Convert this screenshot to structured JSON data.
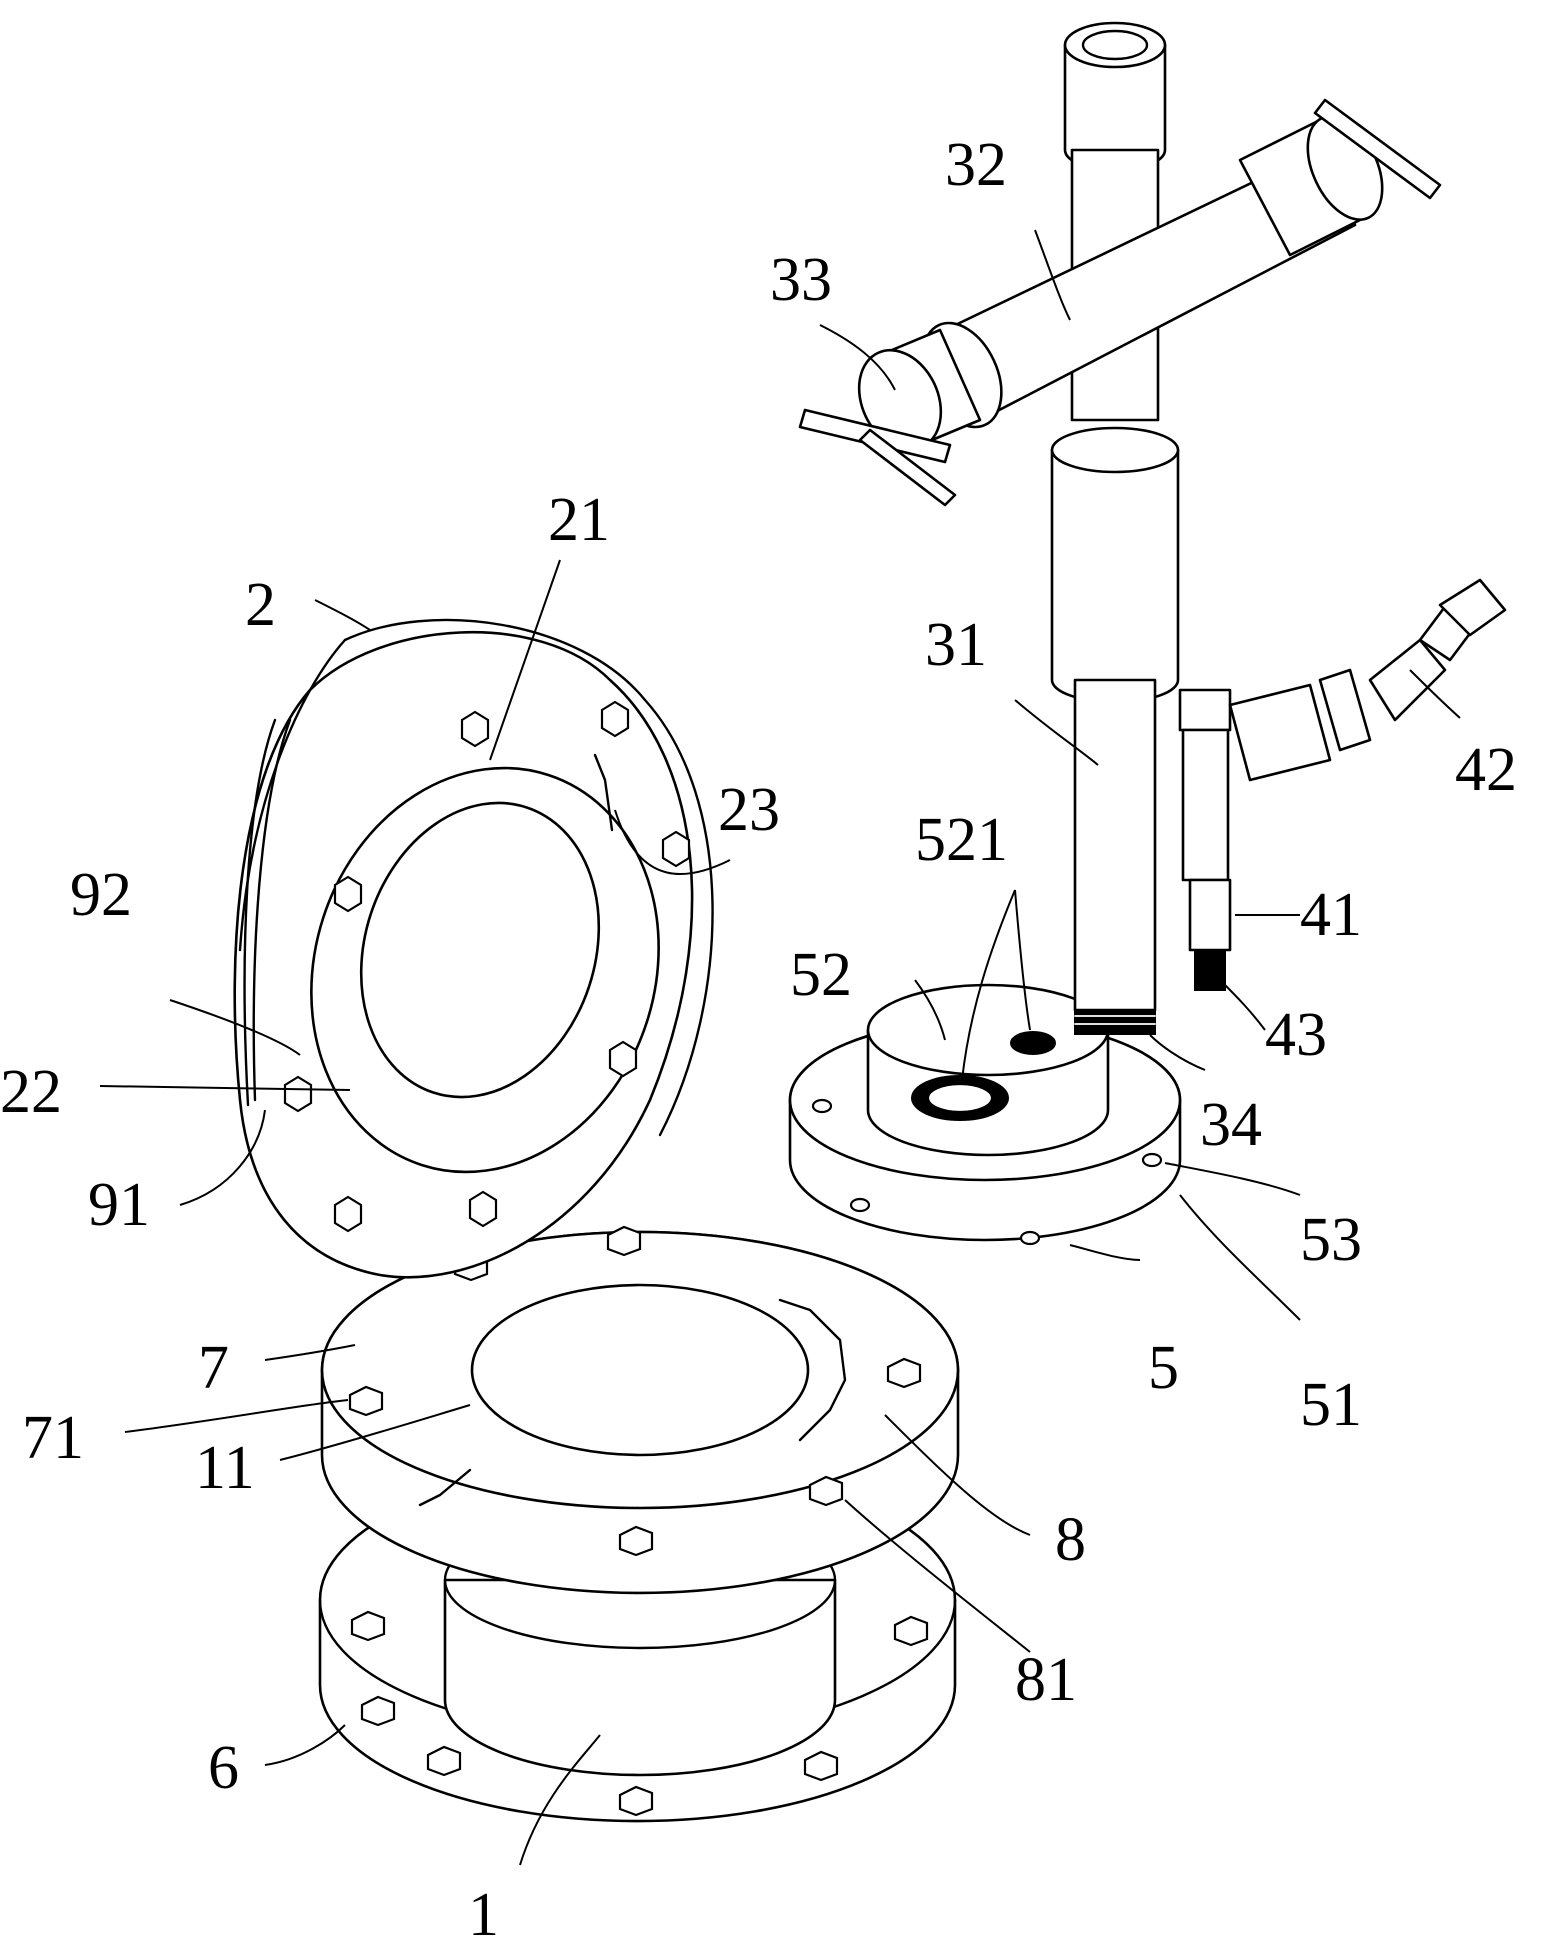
{
  "figure": {
    "callouts": [
      {
        "id": "1",
        "label": "1"
      },
      {
        "id": "2",
        "label": "2"
      },
      {
        "id": "6",
        "label": "6"
      },
      {
        "id": "7",
        "label": "7"
      },
      {
        "id": "71",
        "label": "71"
      },
      {
        "id": "11",
        "label": "11"
      },
      {
        "id": "8",
        "label": "8"
      },
      {
        "id": "81",
        "label": "81"
      },
      {
        "id": "21",
        "label": "21"
      },
      {
        "id": "22",
        "label": "22"
      },
      {
        "id": "23",
        "label": "23"
      },
      {
        "id": "91",
        "label": "91"
      },
      {
        "id": "92",
        "label": "92"
      },
      {
        "id": "31",
        "label": "31"
      },
      {
        "id": "32",
        "label": "32"
      },
      {
        "id": "33",
        "label": "33"
      },
      {
        "id": "34",
        "label": "34"
      },
      {
        "id": "41",
        "label": "41"
      },
      {
        "id": "42",
        "label": "42"
      },
      {
        "id": "43",
        "label": "43"
      },
      {
        "id": "5",
        "label": "5"
      },
      {
        "id": "51",
        "label": "51"
      },
      {
        "id": "52",
        "label": "52"
      },
      {
        "id": "521",
        "label": "521"
      },
      {
        "id": "53",
        "label": "53"
      }
    ]
  }
}
